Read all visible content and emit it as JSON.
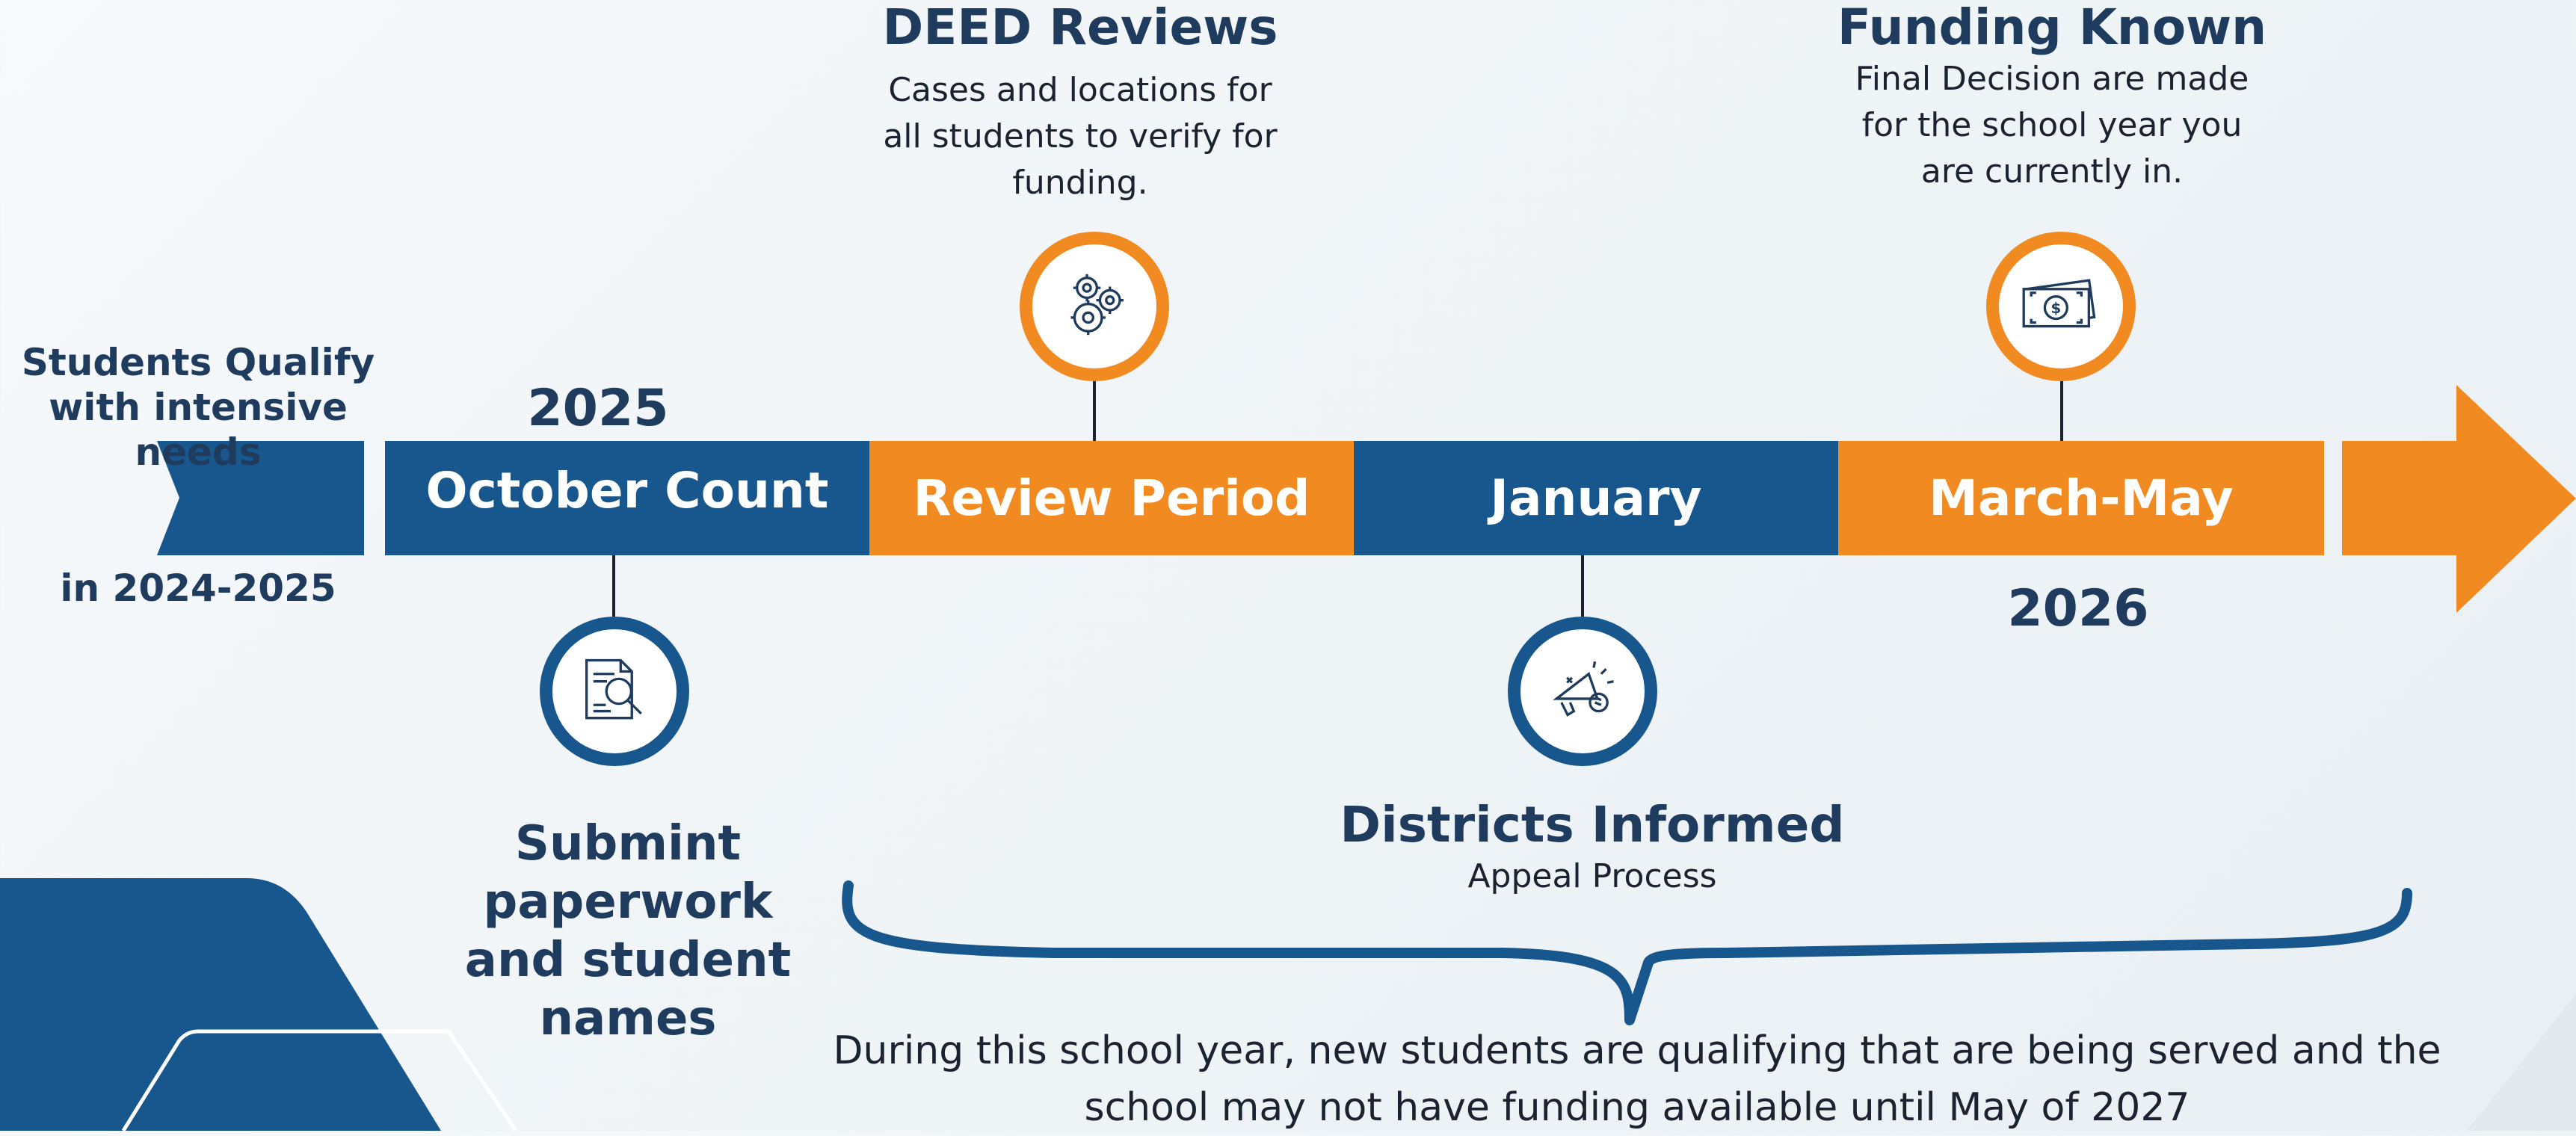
{
  "left_label": {
    "line1": "Students Qualify",
    "line2": "with intensive needs",
    "line3": "in 2024-2025"
  },
  "years": {
    "start": "2025",
    "end": "2026"
  },
  "timeline": [
    {
      "label": "October Count",
      "color": "#18578d"
    },
    {
      "label": "Review Period",
      "color": "#f18a21"
    },
    {
      "label": "January",
      "color": "#18578d"
    },
    {
      "label": "March-May",
      "color": "#f18a21"
    }
  ],
  "milestones": {
    "deed_reviews": {
      "title": "DEED Reviews",
      "desc": [
        "Cases and locations for",
        "all students to verify for",
        "funding."
      ],
      "icon": "gears-icon"
    },
    "funding_known": {
      "title": "Funding Known",
      "desc": [
        "Final Decision are made",
        "for the school year you",
        "are currently in."
      ],
      "icon": "money-icon"
    },
    "submit": {
      "title": [
        "Submint",
        "paperwork",
        "and student",
        "names"
      ],
      "icon": "document-search-icon"
    },
    "districts": {
      "title": "Districts Informed",
      "subtitle": "Appeal Process",
      "icon": "megaphone-icon"
    }
  },
  "footer": {
    "line1": "During this school year, new students are qualifying that are being served and the",
    "line2": "school may not have funding available until May of 2027"
  },
  "colors": {
    "blue": "#18578d",
    "orange": "#f18a21",
    "navy_text": "#1f3b5e"
  }
}
